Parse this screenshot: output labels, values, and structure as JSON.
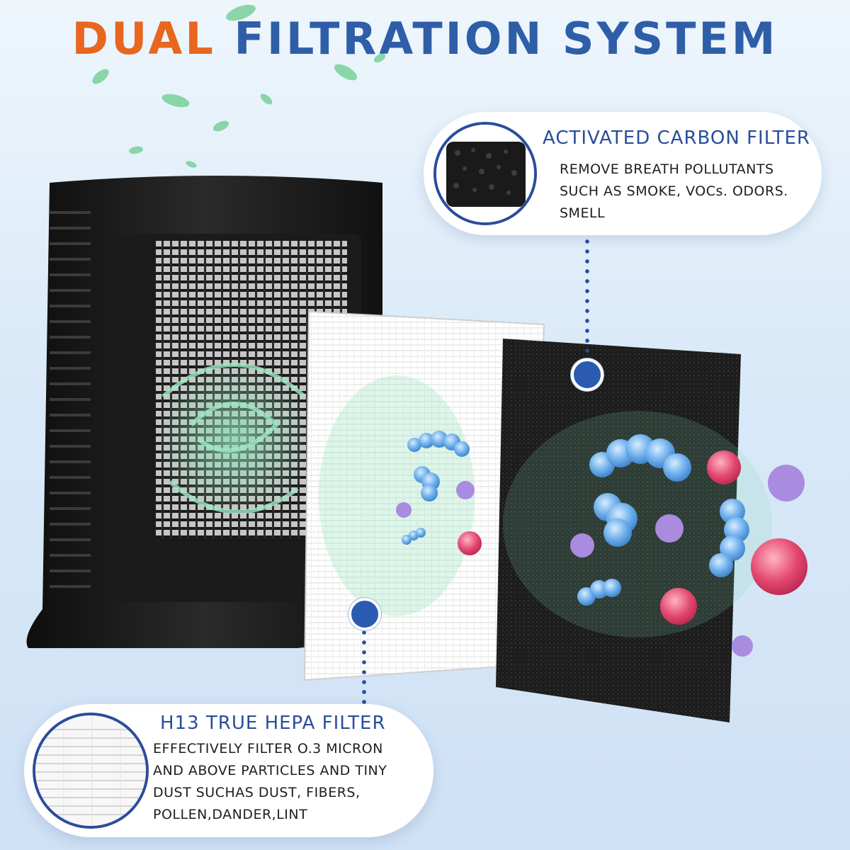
{
  "headline": {
    "word1": "DUAL",
    "word2": "FILTRATION SYSTEM"
  },
  "carbon_card": {
    "title": "ACTIVATED CARBON FILTER",
    "lines": [
      "REMOVE BREATH POLLUTANTS",
      "SUCH AS SMOKE, VOCs. ODORS.",
      "SMELL"
    ]
  },
  "hepa_card": {
    "title": "H13 TRUE HEPA FILTER",
    "lines": [
      "EFFECTIVELY FILTER O.3 MICRON",
      "AND ABOVE PARTICLES AND TINY",
      "DUST SUCHAS DUST, FIBERS,",
      "POLLEN,DANDER,LINT"
    ]
  },
  "colors": {
    "accent_orange": "#e8661f",
    "accent_blue": "#2f5ea8",
    "callout_blue": "#2a4d9b",
    "background": "#d9e9f8"
  },
  "icons": [
    "leaf-icon",
    "air-purifier-image",
    "hepa-filter-image",
    "carbon-filter-image",
    "bacteria-icon",
    "virus-icon",
    "pollen-icon"
  ]
}
